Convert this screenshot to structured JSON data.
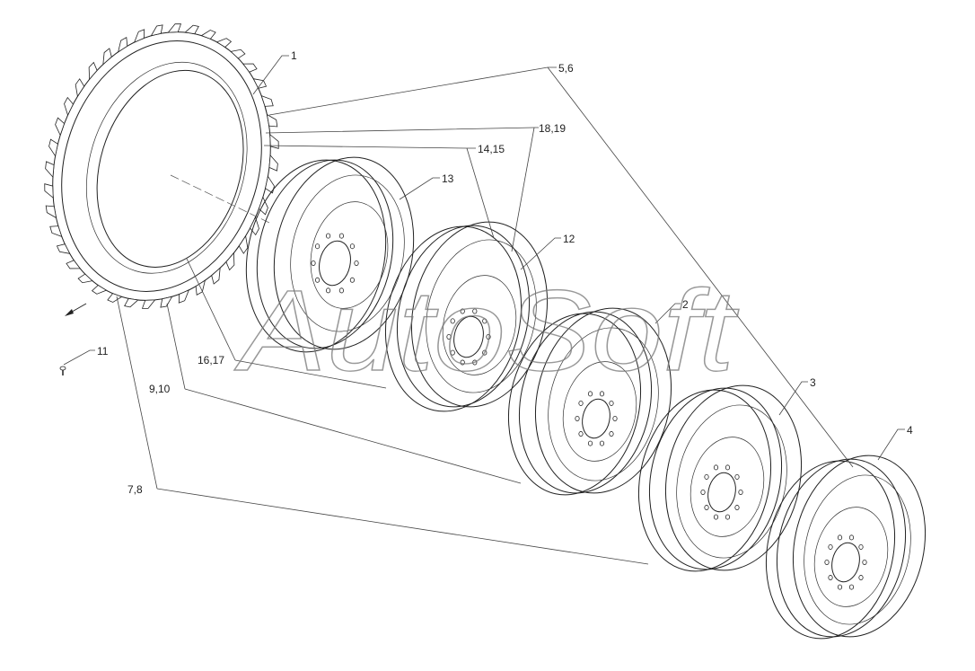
{
  "diagram": {
    "watermark": "AutoSoft",
    "callouts": {
      "p1": "1",
      "p2": "2",
      "p3": "3",
      "p4": "4",
      "p5_6": "5,6",
      "p7_8": "7,8",
      "p9_10": "9,10",
      "p11": "11",
      "p12": "12",
      "p13": "13",
      "p14_15": "14,15",
      "p16_17": "16,17",
      "p18_19": "18,19"
    }
  }
}
